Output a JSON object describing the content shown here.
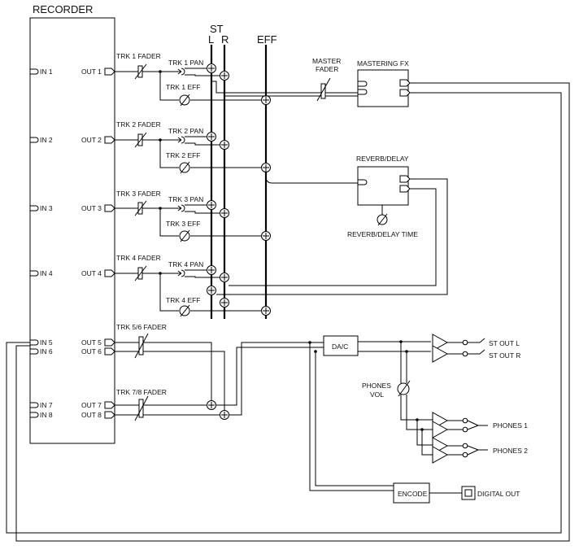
{
  "recorder": {
    "title": "RECORDER",
    "inputs": [
      "IN 1",
      "IN 2",
      "IN 3",
      "IN 4",
      "IN 5",
      "IN 6",
      "IN 7",
      "IN 8"
    ],
    "outputs": [
      "OUT 1",
      "OUT 2",
      "OUT 3",
      "OUT 4",
      "OUT 5",
      "OUT 6",
      "OUT 7",
      "OUT 8"
    ]
  },
  "buses": {
    "st": "ST",
    "st_l": "L",
    "st_r": "R",
    "eff": "EFF"
  },
  "tracks": [
    {
      "fader": "TRK 1 FADER",
      "pan": "TRK 1 PAN",
      "eff": "TRK 1 EFF"
    },
    {
      "fader": "TRK 2 FADER",
      "pan": "TRK 2 PAN",
      "eff": "TRK 2 EFF"
    },
    {
      "fader": "TRK 3 FADER",
      "pan": "TRK 3 PAN",
      "eff": "TRK 3 EFF"
    },
    {
      "fader": "TRK 4 FADER",
      "pan": "TRK 4 PAN",
      "eff": "TRK 4 EFF"
    }
  ],
  "stereo_faders": [
    "TRK 5/6 FADER",
    "TRK 7/8 FADER"
  ],
  "master": {
    "line1": "MASTER",
    "line2": "FADER"
  },
  "mastering_fx": "MASTERING FX",
  "reverb": {
    "title": "REVERB/DELAY",
    "time": "REVERB/DELAY TIME"
  },
  "dac": "DA/C",
  "outputs": {
    "st_out_l": "ST OUT L",
    "st_out_r": "ST OUT R",
    "phones1": "PHONES 1",
    "phones2": "PHONES 2"
  },
  "phones_vol": {
    "line1": "PHONES",
    "line2": "VOL"
  },
  "encode": "ENCODE",
  "digital_out": "DIGITAL OUT"
}
